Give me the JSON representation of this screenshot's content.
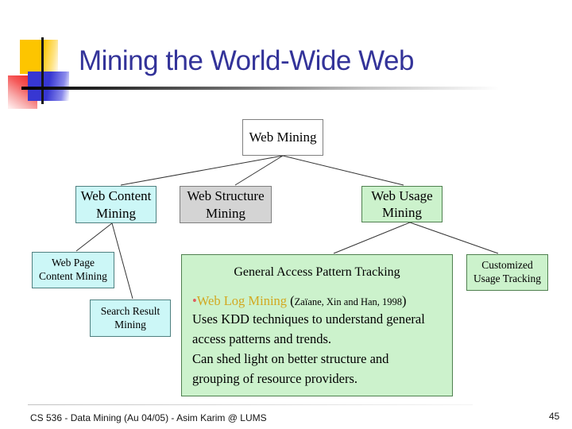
{
  "title": "Mining the World-Wide Web",
  "tree": {
    "root_label": "Web Mining",
    "level2": [
      {
        "label": "Web Content Mining"
      },
      {
        "label": "Web Structure Mining"
      },
      {
        "label": "Web Usage Mining"
      }
    ],
    "level3": [
      {
        "label": "Web Page Content Mining"
      },
      {
        "label": "Search Result Mining"
      },
      {
        "label": "Customized Usage Tracking"
      }
    ]
  },
  "panel": {
    "heading": "General Access Pattern Tracking",
    "bullet": "•",
    "highlight": "Web Log Mining",
    "citation_open": " (",
    "citation_text": "Zaïane, Xin and Han, 1998",
    "citation_close": ")",
    "body_lines": [
      "Uses KDD techniques to understand general",
      "access patterns and trends.",
      "Can shed light on better structure and",
      "grouping of resource providers."
    ]
  },
  "footer": {
    "course": "CS 536 - Data Mining (Au 04/05) - Asim Karim @ LUMS",
    "page_number": "45"
  },
  "colors": {
    "title": "#333399",
    "cyan_box": "#ccf7f7",
    "gray_box": "#d4d4d4",
    "green_box": "#ccf2cc",
    "highlight_text": "#d2a820",
    "bullet": "#e06060",
    "logo_yellow": "#fdc500",
    "logo_blue": "#3737d2",
    "logo_red": "#ee2222"
  }
}
